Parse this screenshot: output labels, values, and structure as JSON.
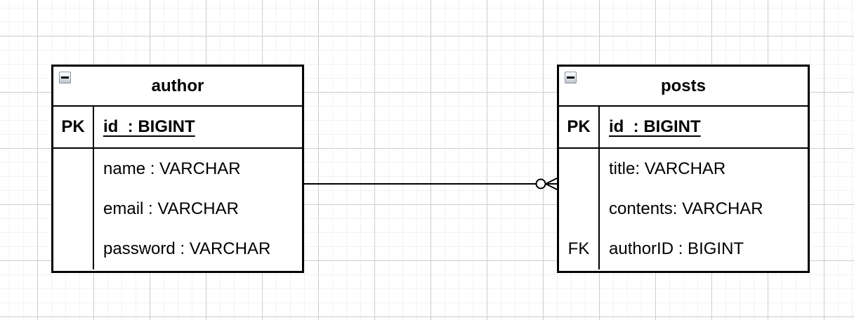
{
  "canvas": {
    "background_color": "#ffffff",
    "grid_minor_color": "#f2f2f2",
    "grid_major_color": "#cdcdcd"
  },
  "entities": [
    {
      "name": "author",
      "primary_key": {
        "key": "PK",
        "field": "id  : BIGINT"
      },
      "fields": [
        {
          "key": "",
          "value": "name : VARCHAR"
        },
        {
          "key": "",
          "value": "email : VARCHAR"
        },
        {
          "key": "",
          "value": "password : VARCHAR"
        }
      ]
    },
    {
      "name": "posts",
      "primary_key": {
        "key": "PK",
        "field": "id  : BIGINT"
      },
      "fields": [
        {
          "key": "",
          "value": "title: VARCHAR"
        },
        {
          "key": "",
          "value": "contents: VARCHAR"
        },
        {
          "key": "FK",
          "value": "authorID : BIGINT"
        }
      ]
    }
  ],
  "relationship": {
    "from_entity": "author",
    "to_entity": "posts",
    "cardinality_at_posts": "zero-or-many",
    "line_color": "#000000"
  }
}
